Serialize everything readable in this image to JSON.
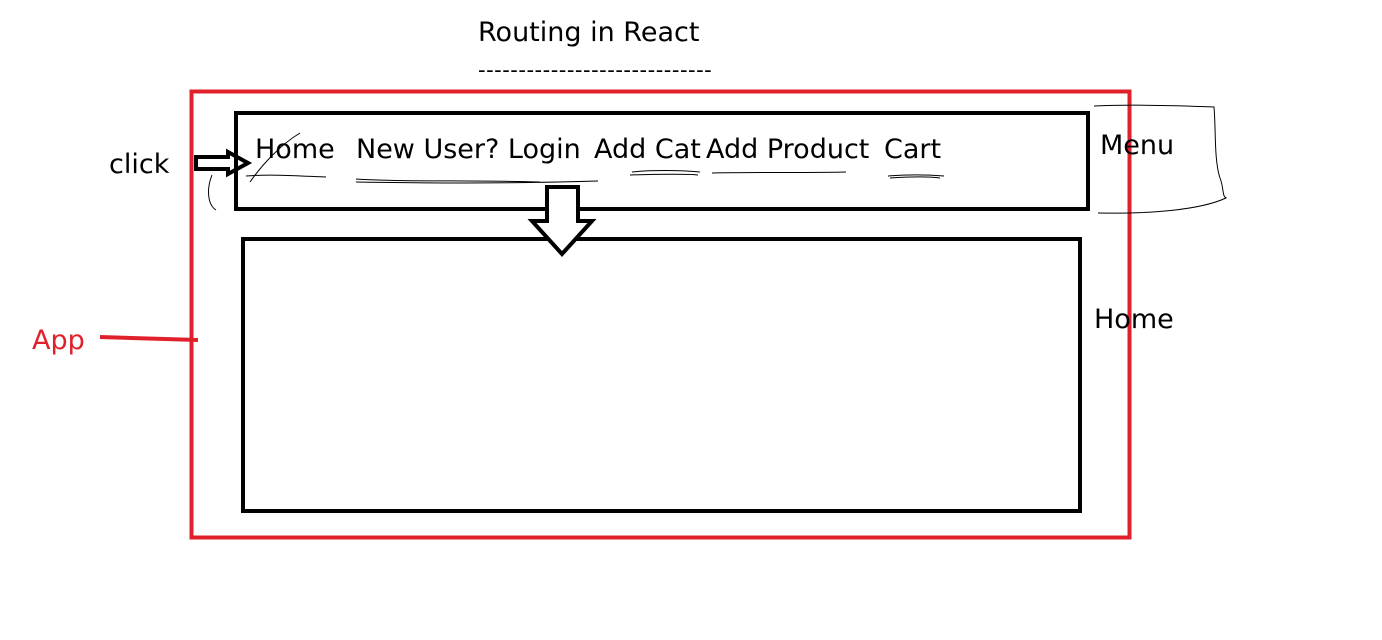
{
  "title": "Routing in React",
  "title_underline": "-----------------------------",
  "menu": {
    "items": [
      {
        "label": "Home"
      },
      {
        "label": "New User? Login"
      },
      {
        "label": "Add Cat"
      },
      {
        "label": "Add Product"
      },
      {
        "label": "Cart"
      }
    ],
    "side_label": "Menu"
  },
  "content": {
    "side_label": "Home"
  },
  "app": {
    "label": "App",
    "color": "#e0202a"
  },
  "click_label": "click"
}
